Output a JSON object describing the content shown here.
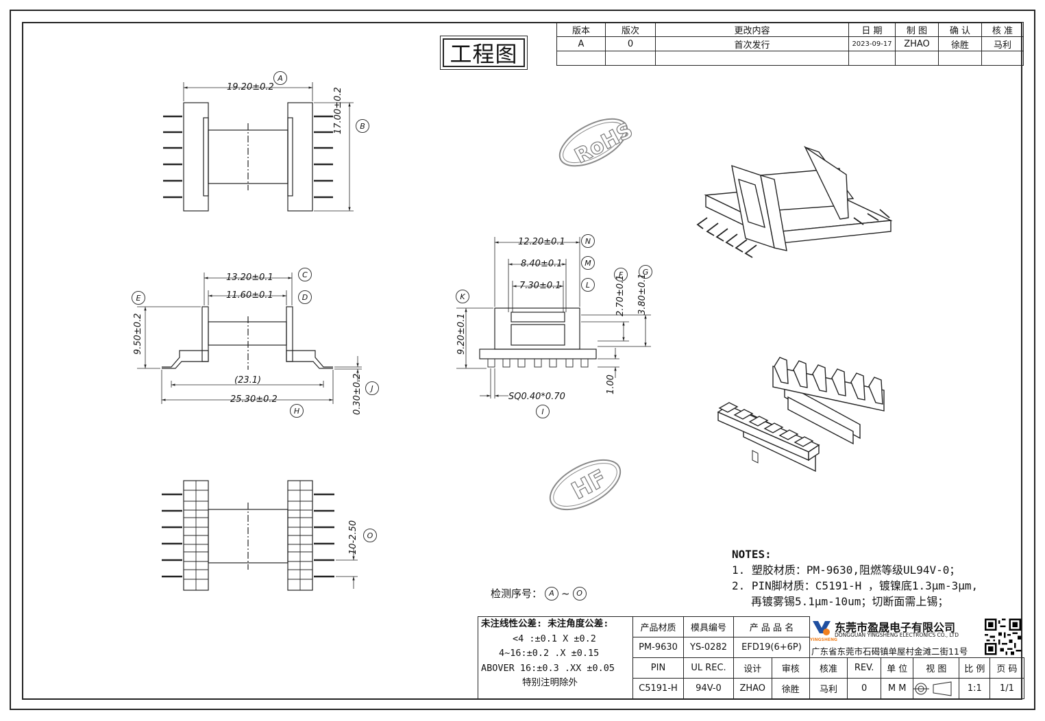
{
  "document_title": "工程图",
  "revision_table": {
    "headers": [
      "版本",
      "版次",
      "更改内容",
      "日 期",
      "制 图",
      "确 认",
      "核 准"
    ],
    "row": [
      "A",
      "0",
      "首次发行",
      "2023-09-17",
      "ZHAO",
      "徐胜",
      "马利"
    ]
  },
  "stamps": {
    "rohs": "RoHS",
    "hf": "HF"
  },
  "dimensions": {
    "A": "19.20±0.2",
    "B": "17.00±0.2",
    "C": "13.20±0.1",
    "D": "11.60±0.1",
    "E": "9.50±0.2",
    "H": "25.30±0.2",
    "H_ref": "(23.1)",
    "J": "0.30±0.2",
    "N": "12.20±0.1",
    "M": "8.40±0.1",
    "L": "7.30±0.1",
    "F": "2.70±0.1",
    "G": "3.80±0.1",
    "K": "9.20±0.1",
    "I": "SQ0.40*0.70",
    "pin": "1.00",
    "O": "10-2.50"
  },
  "balloons": [
    "A",
    "B",
    "C",
    "D",
    "E",
    "F",
    "G",
    "H",
    "I",
    "J",
    "K",
    "L",
    "M",
    "N",
    "O"
  ],
  "notes": {
    "heading": "NOTES:",
    "items": [
      "1. 塑胶材质：PM-9630,阻燃等级UL94V-0；",
      "2. PIN脚材质：C5191-H ，镀镍底1.3μm-3μm,",
      "再镀雾锡5.1μm-10um；切断面需上锡；"
    ]
  },
  "inspection": {
    "label": "检测序号：",
    "from": "A",
    "sep": "~",
    "to": "O"
  },
  "tolerance": {
    "header": "未注线性公差:  未注角度公差:",
    "lines": [
      "<4 :±0.1  X ±0.2",
      "4~16:±0.2  .X ±0.15",
      "ABOVER 16:±0.3  .XX ±0.05"
    ],
    "footer": "特别注明除外"
  },
  "title_block": {
    "row1_labels": [
      "产品材质",
      "模具编号",
      "产 品 品 名"
    ],
    "row2_values": [
      "PM-9630",
      "YS-0282",
      "EFD19(6+6P)"
    ],
    "row3_labels": [
      "PIN",
      "UL REC.",
      "设计",
      "审核",
      "核准",
      "REV.",
      "单 位",
      "视 图",
      "比 例",
      "页 码"
    ],
    "row4_values": [
      "C5191-H",
      "94V-0",
      "ZHAO",
      "徐胜",
      "马利",
      "0",
      "M M",
      "",
      "1:1",
      "1/1"
    ]
  },
  "company": {
    "name_cn": "东莞市盈晟电子有限公司",
    "logo_text": "YINGSHENG",
    "name_en": "DONGGUAN YINGSHENG ELECTRONICS CO., LTD",
    "address": "广东省东莞市石碣镇单屋村金滩二街11号"
  }
}
